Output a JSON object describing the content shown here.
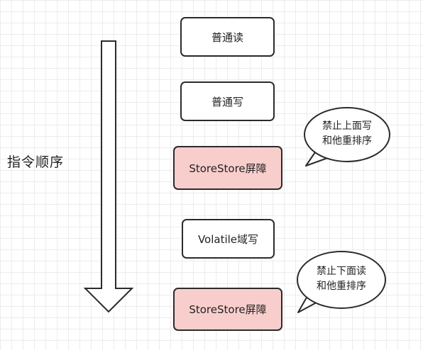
{
  "order_label": "指令顺序",
  "steps": [
    {
      "label": "普通读",
      "kind": "normal"
    },
    {
      "label": "普通写",
      "kind": "normal"
    },
    {
      "label": "StoreStore屏障",
      "kind": "barrier"
    },
    {
      "label": "Volatile域写",
      "kind": "normal"
    },
    {
      "label": "StoreStore屏障",
      "kind": "barrier"
    }
  ],
  "callouts": [
    {
      "lines": [
        "禁止上面写",
        "和他重排序"
      ]
    },
    {
      "lines": [
        "禁止下面读",
        "和他重排序"
      ]
    }
  ],
  "colors": {
    "barrier_fill": "#f8cecc",
    "box_stroke": "#2b2b2b",
    "grid": "#ececec"
  }
}
